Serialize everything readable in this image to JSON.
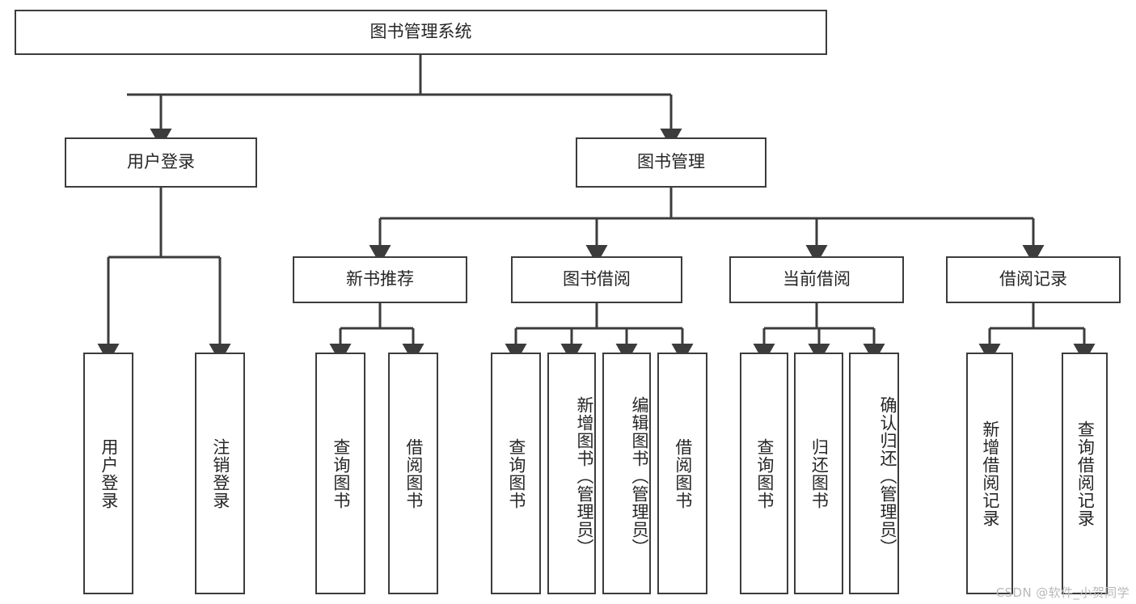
{
  "diagram": {
    "type": "tree-hierarchy",
    "title": "图书管理系统",
    "root": {
      "id": "root",
      "label": "图书管理系统"
    },
    "level2": [
      {
        "id": "user-login",
        "label": "用户登录"
      },
      {
        "id": "book-manage",
        "label": "图书管理"
      }
    ],
    "level3": [
      {
        "id": "new-book-rec",
        "label": "新书推荐",
        "parent": "book-manage"
      },
      {
        "id": "book-borrow",
        "label": "图书借阅",
        "parent": "book-manage"
      },
      {
        "id": "current-borrow",
        "label": "当前借阅",
        "parent": "book-manage"
      },
      {
        "id": "borrow-record",
        "label": "借阅记录",
        "parent": "book-manage"
      }
    ],
    "leaves": {
      "user_login": [
        {
          "id": "leaf-user-login",
          "label": "用户登录"
        },
        {
          "id": "leaf-logout",
          "label": "注销登录"
        }
      ],
      "new_book_rec": [
        {
          "id": "leaf-query-book-1",
          "label": "查询图书"
        },
        {
          "id": "leaf-borrow-book-1",
          "label": "借阅图书"
        }
      ],
      "book_borrow": [
        {
          "id": "leaf-query-book-2",
          "label": "查询图书"
        },
        {
          "id": "leaf-add-book",
          "label": "新增图书（管理员）"
        },
        {
          "id": "leaf-edit-book",
          "label": "编辑图书（管理员）"
        },
        {
          "id": "leaf-borrow-book-2",
          "label": "借阅图书"
        }
      ],
      "current_borrow": [
        {
          "id": "leaf-query-book-3",
          "label": "查询图书"
        },
        {
          "id": "leaf-return-book",
          "label": "归还图书"
        },
        {
          "id": "leaf-confirm-return",
          "label": "确认归还（管理员）"
        }
      ],
      "borrow_record": [
        {
          "id": "leaf-add-record",
          "label": "新增借阅记录"
        },
        {
          "id": "leaf-query-record",
          "label": "查询借阅记录"
        }
      ]
    }
  },
  "watermark": {
    "text": "CSDN @软件_小贺同学"
  },
  "colors": {
    "stroke": "#3c3c3c",
    "box_fill": "#ffffff",
    "text": "#262626",
    "watermark": "#b9b9b9",
    "background": "#ffffff"
  }
}
